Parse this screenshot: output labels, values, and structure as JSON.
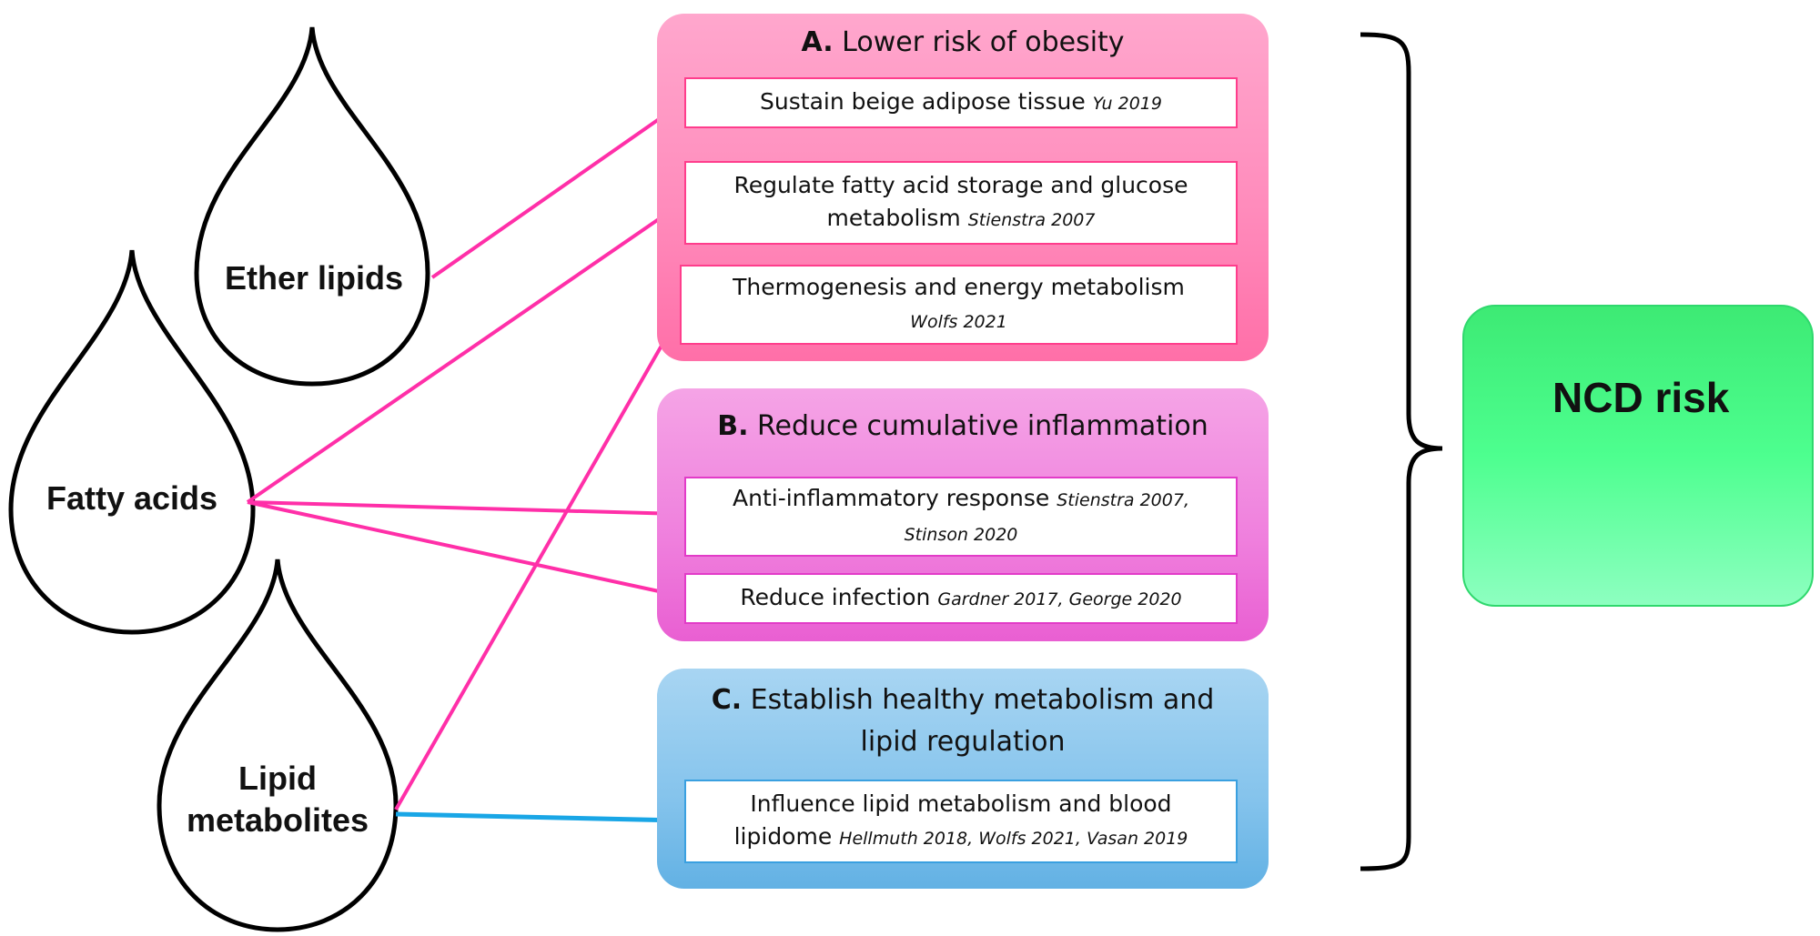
{
  "sources": {
    "ether_lipids": "Ether lipids",
    "fatty_acids": "Fatty acids",
    "lipid_metabolites_line1": "Lipid",
    "lipid_metabolites_line2": "metabolites"
  },
  "panels": {
    "a": {
      "letter": "A.",
      "title": "Lower risk of obesity",
      "color": "#ff8cbc",
      "items": [
        {
          "text": "Sustain beige adipose tissue",
          "ref": "Yu 2019"
        },
        {
          "text_line1": "Regulate fatty acid storage and glucose",
          "text_line2": "metabolism",
          "ref": "Stienstra 2007"
        },
        {
          "text_line1": "Thermogenesis and energy metabolism",
          "ref": "Wolfs 2021"
        }
      ]
    },
    "b": {
      "letter": "B.",
      "title": "Reduce cumulative inflammation",
      "color": "#ef7fdd",
      "items": [
        {
          "text": "Anti-inflammatory response",
          "ref_line1": "Stienstra 2007,",
          "ref_line2": "Stinson 2020"
        },
        {
          "text": "Reduce infection",
          "ref": "Gardner 2017, George 2020"
        }
      ]
    },
    "c": {
      "letter": "C.",
      "title_line1": "Establish healthy metabolism and",
      "title_line2": "lipid regulation",
      "color": "#84c3ec",
      "items": [
        {
          "text_line1": "Influence lipid metabolism and blood",
          "text_line2": "lipidome",
          "ref": "Hellmuth 2018, Wolfs 2021, Vasan 2019"
        }
      ]
    }
  },
  "outcome": {
    "label": "NCD risk",
    "arrow_direction": "down",
    "icon": "swaddled-baby-icon",
    "color": "#4dff8f"
  },
  "colors": {
    "arrow_magenta": "#ff2fa8",
    "arrow_blue": "#19a6e6"
  }
}
